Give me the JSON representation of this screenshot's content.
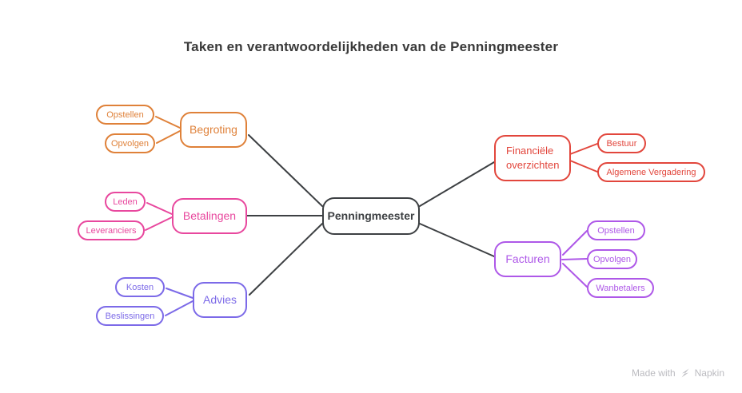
{
  "title": "Taken en verantwoordelijkheden van de Penningmeester",
  "root": {
    "label": "Penningmeester"
  },
  "branches": [
    {
      "label": "Begroting",
      "color": "#df8139",
      "children": [
        "Opstellen",
        "Opvolgen"
      ]
    },
    {
      "label": "Betalingen",
      "color": "#e8489e",
      "children": [
        "Leden",
        "Leveranciers"
      ]
    },
    {
      "label": "Advies",
      "color": "#7c6ae8",
      "children": [
        "Kosten",
        "Beslissingen"
      ]
    },
    {
      "label": "Financiële overzichten",
      "color": "#e2463c",
      "children": [
        "Bestuur",
        "Algemene Vergadering"
      ]
    },
    {
      "label": "Facturen",
      "color": "#ae58e8",
      "children": [
        "Opstellen",
        "Opvolgen",
        "Wanbetalers"
      ]
    }
  ],
  "watermark": {
    "prefix": "Made with",
    "brand": "Napkin"
  },
  "colors": {
    "root_line": "#3d4043",
    "root_border": "#3d4043",
    "root_text": "#3d4043",
    "title_text": "#3a3a3a",
    "watermark_text": "#bbbbc0",
    "background": "#ffffff"
  }
}
